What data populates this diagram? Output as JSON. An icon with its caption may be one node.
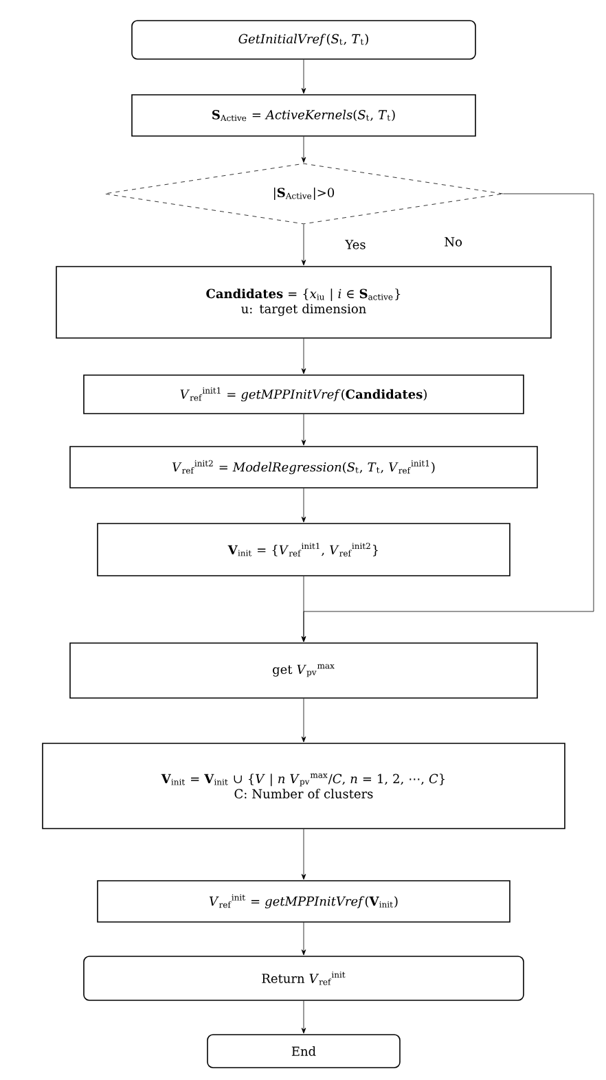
{
  "diagram": {
    "nodes": [
      {
        "text": [
          "*GetInitialVref*(*S*$_{t}$, *T*$_{t}$)"
        ]
      },
      {
        "text": [
          "**S**$_{Active}$ = *ActiveKernels*(*S*$_{t}$, *T*$_{t}$)"
        ]
      },
      {
        "text": [
          "|**S**$_{Active}$|>0"
        ]
      },
      {
        "text": [
          "**Candidates** = {*x*$_{iu}$ | *i* ∈ **S**$_{active}$}",
          "u: target dimension"
        ]
      },
      {
        "text": [
          "*V*$_{ref}$$^{init1}$ = *getMPPInitVref*(**Candidates**)"
        ]
      },
      {
        "text": [
          "*V*$_{ref}$$^{init2}$ = *ModelRegression*(*S*$_{t}$, *T*$_{t}$, *V*$_{ref}$$^{init1}$)"
        ]
      },
      {
        "text": [
          "**V**$_{init}$ = {*V*$_{ref}$$^{init1}$, *V*$_{ref}$$^{init2}$}"
        ]
      },
      {
        "text": [
          "get *V*$_{pv}$$^{max}$"
        ]
      },
      {
        "text": [
          "**V**$_{init}$ = **V**$_{init}$ ∪ {*V* | *n* *V*$_{pv}$$^{max}$/*C*, *n* = 1, 2, ⋯, *C*}",
          "C: Number of clusters"
        ]
      },
      {
        "text": [
          "*V*$_{ref}$$^{init}$ = *getMPPInitVref*(**V**$_{init}$)"
        ]
      },
      {
        "text": [
          "Return *V*$_{ref}$$^{init}$"
        ]
      },
      {
        "text": [
          "End"
        ]
      }
    ],
    "edges": [
      {
        "from": 0,
        "to": 1,
        "arrow": "to"
      },
      {
        "from": 1,
        "to": 2,
        "arrow": "to"
      },
      {
        "from": 2,
        "to": 3,
        "arrow": "to",
        "label": "Yes"
      },
      {
        "from": 2,
        "to": 7,
        "arrow": "to",
        "label": "No"
      },
      {
        "from": 3,
        "to": 4,
        "arrow": "to"
      },
      {
        "from": 4,
        "to": 5,
        "arrow": "to"
      },
      {
        "from": 5,
        "to": 6,
        "arrow": "to"
      },
      {
        "from": 6,
        "to": 7,
        "arrow": "to"
      },
      {
        "from": 7,
        "to": 8,
        "arrow": "to"
      },
      {
        "from": 8,
        "to": 9,
        "arrow": "to"
      },
      {
        "from": 9,
        "to": 10,
        "arrow": "to"
      },
      {
        "from": 10,
        "to": 11,
        "arrow": "to"
      }
    ]
  }
}
